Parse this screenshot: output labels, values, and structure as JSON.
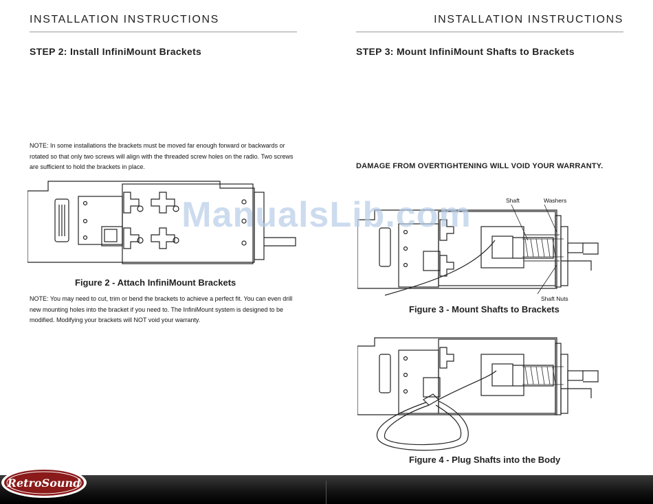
{
  "left_page": {
    "header": "INSTALLATION INSTRUCTIONS",
    "step_title": "STEP 2: Install InfiniMount Brackets",
    "note_top": "NOTE: In some installations the brackets must be moved far enough forward or backwards or rotated so that only two screws will align with the threaded screw holes on the radio. Two screws are sufficient to hold the brackets in place.",
    "figure_caption": "Figure 2 - Attach InfiniMount Brackets",
    "note_bottom": "NOTE: You may need to cut, trim or bend the brackets to achieve a perfect fit. You can even drill new mounting holes into the bracket if you need to. The InfiniMount system is designed to be modified. Modifying your brackets will NOT void your warranty."
  },
  "right_page": {
    "header": "INSTALLATION INSTRUCTIONS",
    "step_title": "STEP 3: Mount InfiniMount Shafts to Brackets",
    "warning": "DAMAGE FROM OVERTIGHTENING WILL VOID YOUR WARRANTY.",
    "figure3_labels": {
      "shaft": "Shaft",
      "washers": "Washers",
      "shaft_nuts": "Shaft Nuts"
    },
    "figure3_caption": "Figure 3 - Mount Shafts to Brackets",
    "figure4_caption": "Figure 4 - Plug Shafts into the Body"
  },
  "watermark": "ManualsLib.com",
  "brand": {
    "logo_text": "RetroSound",
    "logo_color": "#8b1a1a"
  }
}
